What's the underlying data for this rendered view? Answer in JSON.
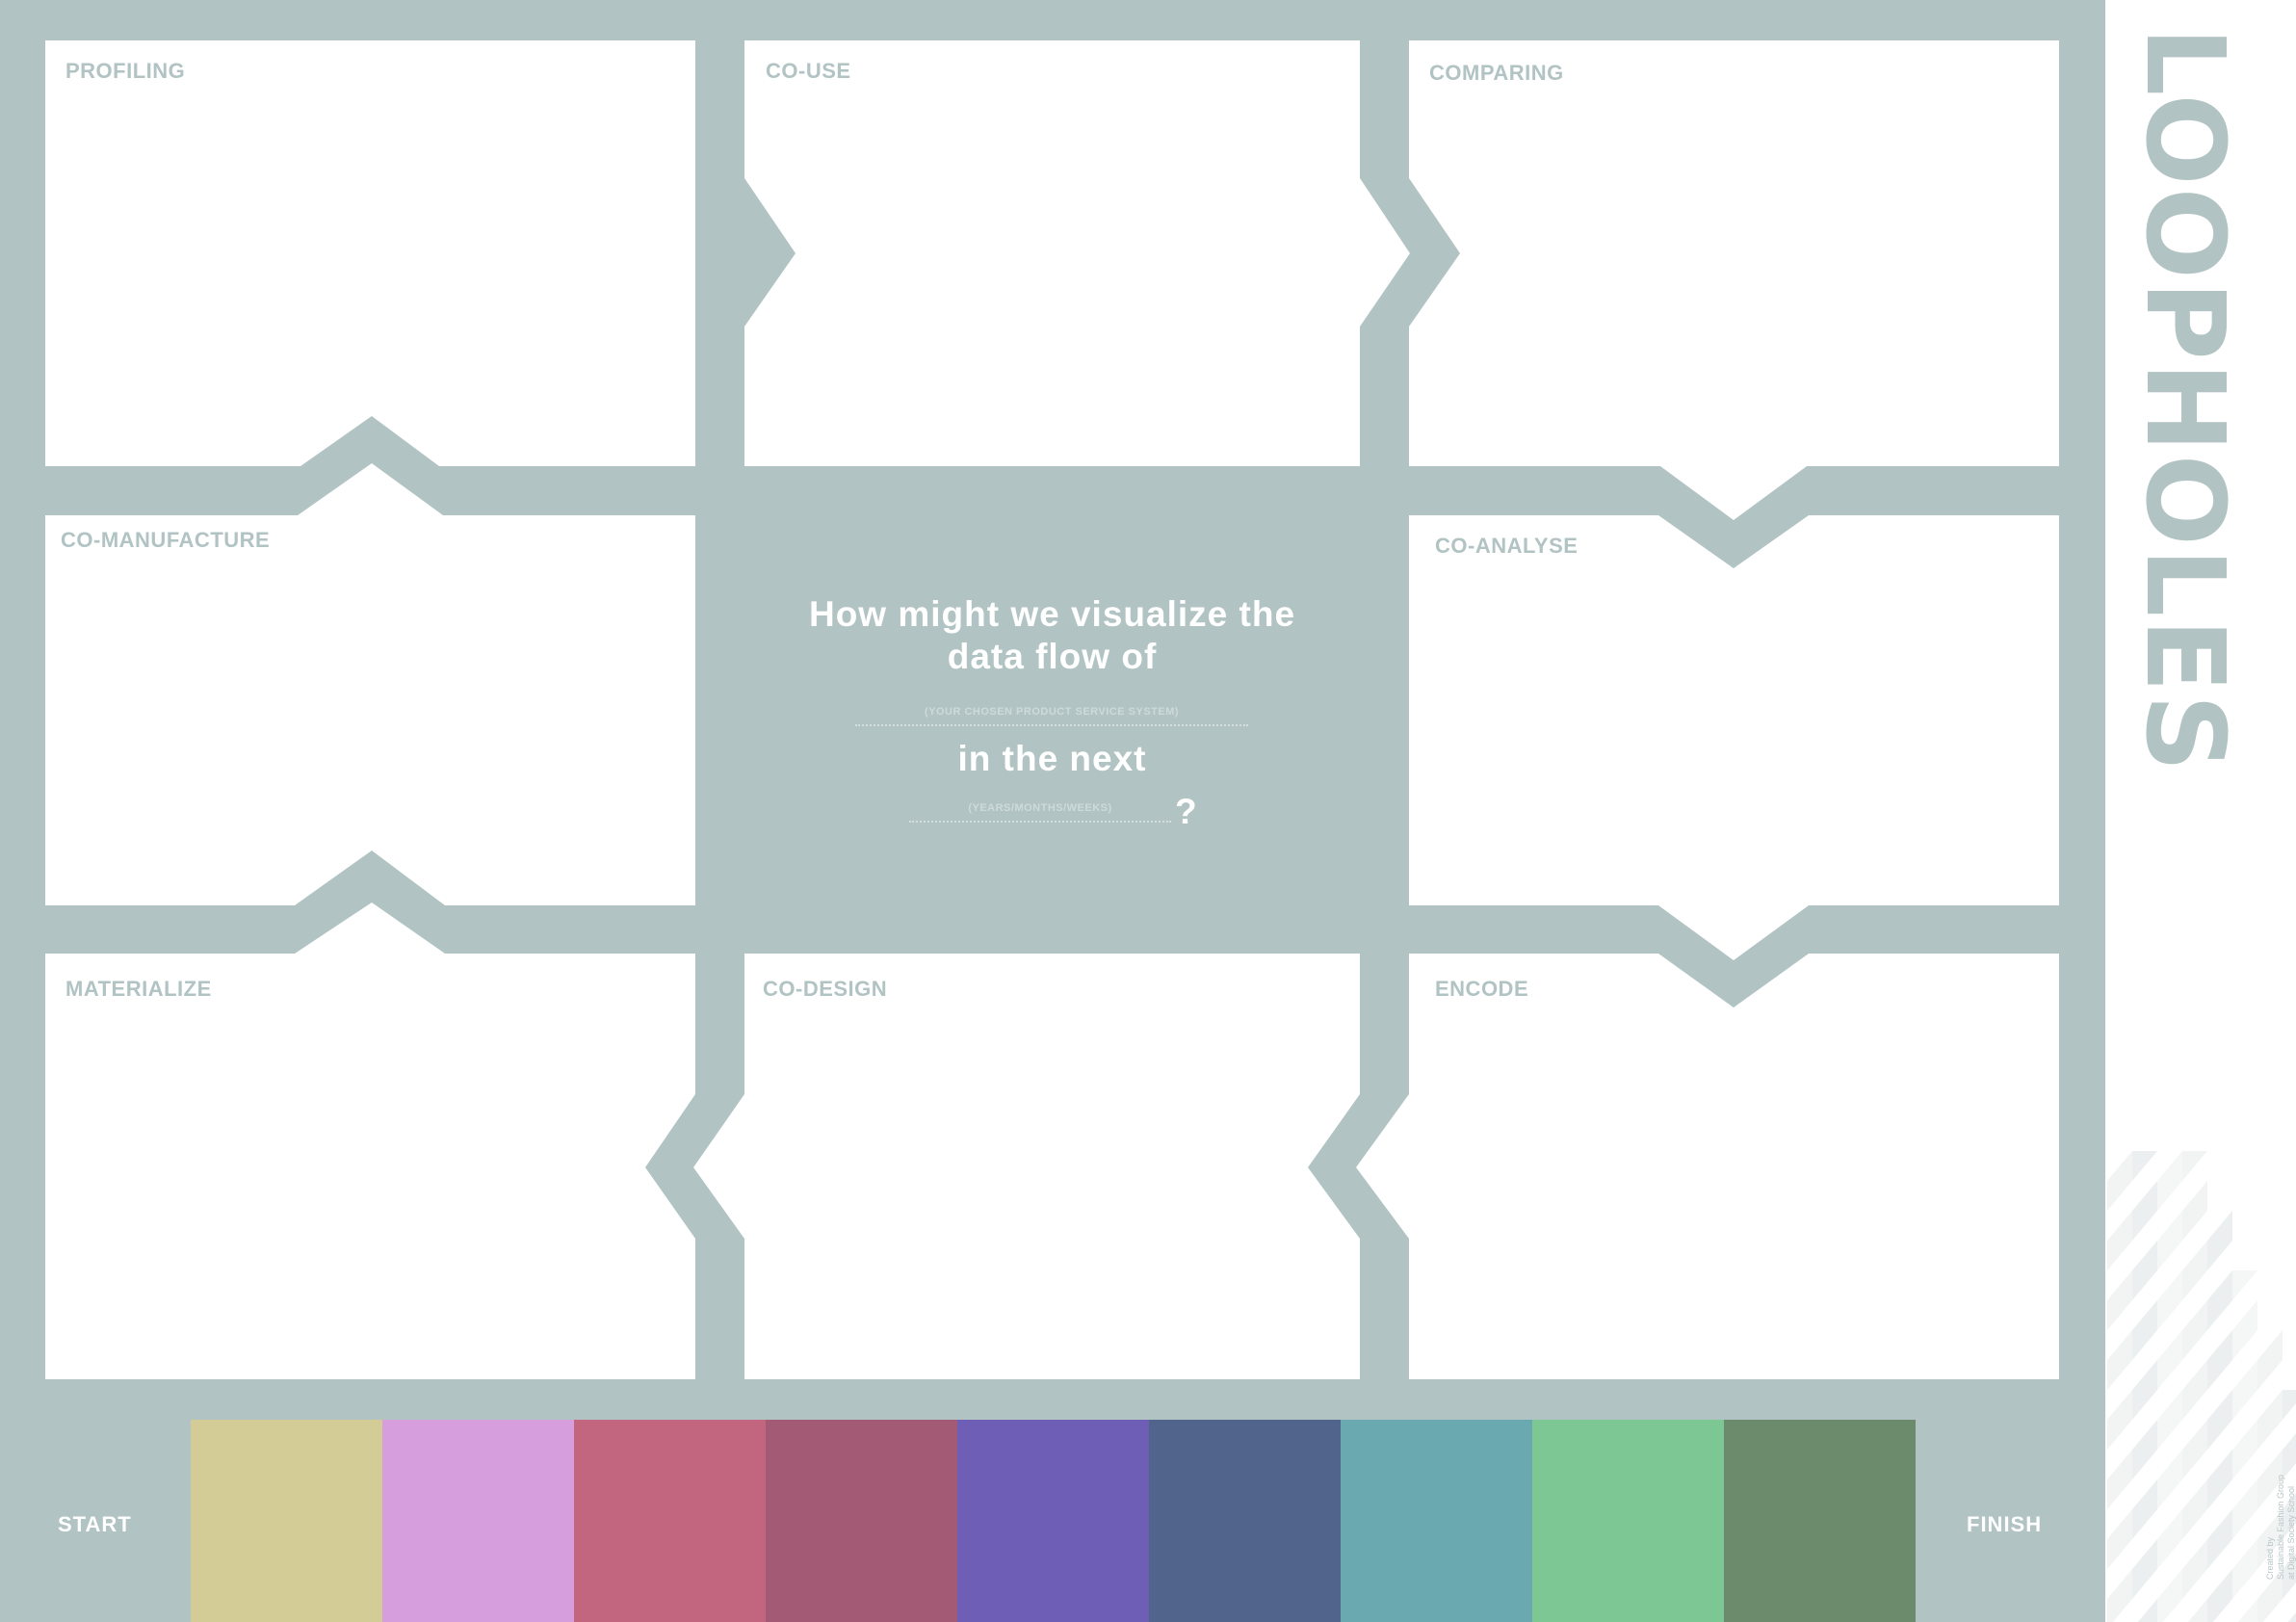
{
  "brand": {
    "title": "LOOPHOLES",
    "credit_line1": "Created by",
    "credit_line2": "Sustainable Fashion Group",
    "credit_line3": "at Digital Society School"
  },
  "panels": [
    {
      "id": "profiling",
      "label": "PROFILING"
    },
    {
      "id": "co-use",
      "label": "CO-USE"
    },
    {
      "id": "comparing",
      "label": "COMPARING"
    },
    {
      "id": "co-manufacture",
      "label": "CO-MANUFACTURE"
    },
    {
      "id": "co-analyse",
      "label": "CO-ANALYSE"
    },
    {
      "id": "materialize",
      "label": "MATERIALIZE"
    },
    {
      "id": "co-design",
      "label": "CO-DESIGN"
    },
    {
      "id": "encode",
      "label": "ENCODE"
    }
  ],
  "question": {
    "line1": "How might we visualize the",
    "line2": "data flow of",
    "hint1": "(YOUR CHOSEN PRODUCT SERVICE SYSTEM)",
    "line3": "in the next",
    "hint2": "(YEARS/MONTHS/WEEKS)",
    "mark": "?"
  },
  "timeline": {
    "start": "START",
    "finish": "FINISH",
    "colors": [
      "#d3cc96",
      "#d79ede",
      "#c26680",
      "#a35a75",
      "#6e5eb5",
      "#51648b",
      "#6ba9b1",
      "#7dc795",
      "#6b8b6c"
    ]
  },
  "colors": {
    "frame": "#b1c3c3",
    "panel": "#ffffff"
  }
}
